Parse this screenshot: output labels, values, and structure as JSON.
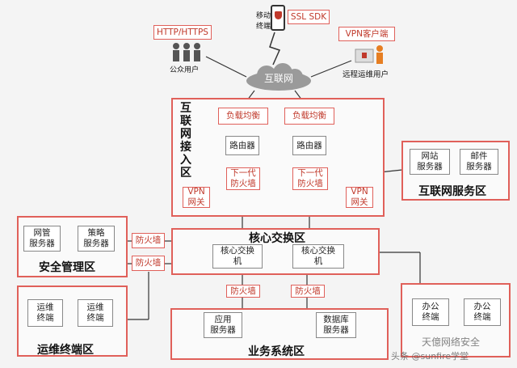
{
  "top": {
    "mobile_terminal": "移动\n终端",
    "ssl_sdk": "SSL SDK",
    "http_https": "HTTP/HTTPS",
    "vpn_client": "VPN客户端",
    "public_users": "公众用户",
    "remote_ops_users": "远程运维用户",
    "internet": "互联网"
  },
  "internet_access_zone": {
    "title": "互联网\n接\n入\n区",
    "lb1": "负载均衡",
    "lb2": "负载均衡",
    "router1": "路由器",
    "router2": "路由器",
    "ngfw1": "下一代\n防火墙",
    "ngfw2": "下一代\n防火墙",
    "vpn_gw1": "VPN\n网关",
    "vpn_gw2": "VPN\n网关"
  },
  "internet_service_zone": {
    "title": "互联网服务区",
    "web_server": "网站\n服务器",
    "mail_server": "邮件\n服务器"
  },
  "security_mgmt_zone": {
    "title": "安全管理区",
    "nms_server": "网管\n服务器",
    "policy_server": "策略\n服务器"
  },
  "core_zone": {
    "title": "核心交换区",
    "switch1": "核心交换\n机",
    "switch2": "核心交换\n机",
    "fw_left1": "防火墙",
    "fw_left2": "防火墙",
    "fw_bottom1": "防火墙",
    "fw_bottom2": "防火墙"
  },
  "ops_terminal_zone": {
    "title": "运维终端区",
    "term1": "运维\n终端",
    "term2": "运维\n终端"
  },
  "business_zone": {
    "title": "业务系统区",
    "app_server": "应用\n服务器",
    "db_server": "数据库\n服务器"
  },
  "office_zone": {
    "term1": "办公\n终端",
    "term2": "办公\n终端"
  },
  "watermark": {
    "line1": "天億网络安全",
    "line2": "头条 @sunfire学堂"
  },
  "colors": {
    "zone_border": "#e0605a",
    "accent_red": "#c0392b",
    "person_gray": "#555555",
    "remote_user_orange": "#e67e22"
  }
}
